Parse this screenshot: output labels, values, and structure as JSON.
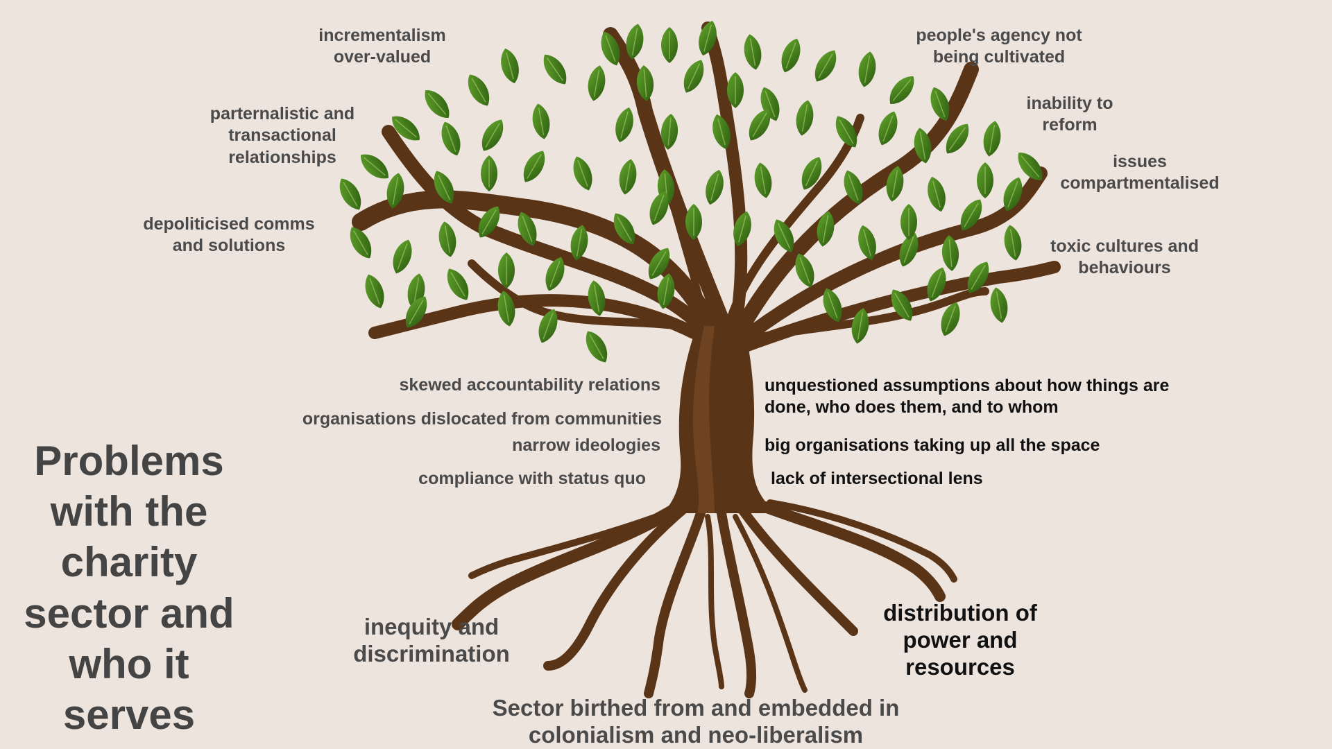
{
  "title": [
    "Problems",
    "with the",
    "charity",
    "sector and",
    "who it",
    "serves"
  ],
  "canopy_labels": {
    "incrementalism": [
      "incrementalism",
      "over-valued"
    ],
    "paternalistic": [
      "parternalistic and",
      "transactional",
      "relationships"
    ],
    "depoliticised": [
      "depoliticised comms",
      "and solutions"
    ],
    "agency": [
      "people's agency not",
      "being cultivated"
    ],
    "inability": [
      "inability to",
      "reform"
    ],
    "compartmentalised": [
      "issues",
      "compartmentalised"
    ],
    "toxic": [
      "toxic cultures and",
      "behaviours"
    ]
  },
  "trunk_labels": {
    "accountability": "skewed accountability relations",
    "dislocated": "organisations dislocated from communities",
    "ideologies": "narrow ideologies",
    "compliance": "compliance with status quo",
    "assumptions": [
      "unquestioned assumptions about how things are",
      "done, who does them, and to whom"
    ],
    "big_orgs": "big organisations taking up all the space",
    "intersectional": "lack of intersectional lens"
  },
  "root_labels": {
    "inequity": [
      "inequity and",
      "discrimination"
    ],
    "distribution": [
      "distribution of",
      "power and",
      "resources"
    ],
    "sector": [
      "Sector birthed from and embedded in",
      "colonialism and neo-liberalism"
    ]
  },
  "colors": {
    "background": "#EDE4DE",
    "trunk": "#5A3416",
    "trunk_highlight": "#7B4E2B",
    "leaf_dark": "#2E5E12",
    "leaf_light": "#5F9E2A",
    "text_grey": "#4a4a4a",
    "text_dark": "#111111"
  }
}
